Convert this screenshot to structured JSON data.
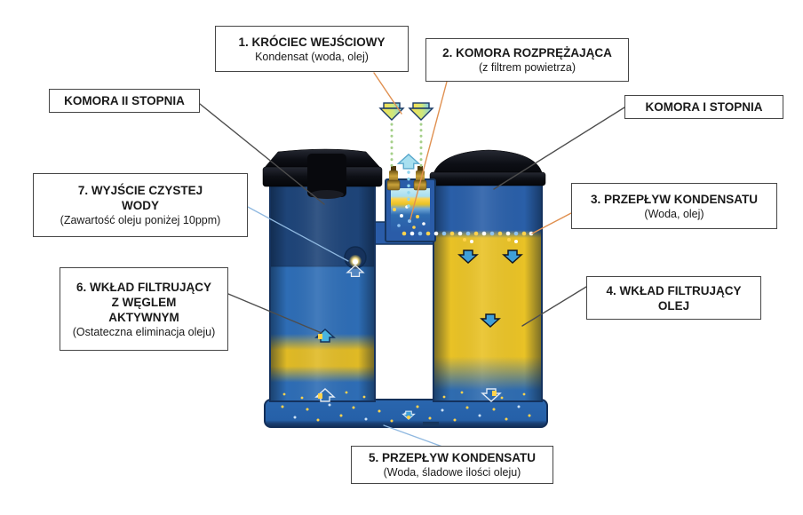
{
  "labels": {
    "inlet_port": {
      "title": "1. KRÓCIEC WEJŚCIOWY",
      "subtitle": "Kondensat (woda, olej)"
    },
    "expansion_chamber": {
      "title": "2. KOMORA ROZPRĘŻAJĄCA",
      "subtitle": "(z filtrem powietrza)"
    },
    "stage_two_chamber": {
      "title": "KOMORA II STOPNIA"
    },
    "stage_one_chamber": {
      "title": "KOMORA I STOPNIA"
    },
    "condensate_flow_upper": {
      "title": "3. PRZEPŁYW KONDENSATU",
      "subtitle": "(Woda, olej)"
    },
    "oil_filter_cartridge": {
      "title": "4. WKŁAD FILTRUJĄCY\nOLEJ"
    },
    "condensate_flow_lower": {
      "title": "5. PRZEPŁYW KONDENSATU",
      "subtitle": "(Woda, śladowe ilości oleju)"
    },
    "carbon_filter_cartridge": {
      "title": "6. WKŁAD FILTRUJĄCY\nZ WĘGLEM\nAKTYWNYM",
      "subtitle": "(Ostateczna eliminacja oleju)"
    },
    "clean_water_outlet": {
      "title": "7. WYJŚCIE CZYSTEJ\nWODY",
      "subtitle": "(Zawartość oleju poniżej 10ppm)"
    }
  },
  "colors": {
    "tank_blue": "#2e6db5",
    "tank_dark_blue": "#1e4478",
    "oil_yellow": "#e9c226",
    "cap_black": "#101218",
    "leader_orange": "#e09050",
    "leader_gray": "#4d4d4d",
    "leader_light_blue": "#8fb8e0",
    "dotted_green": "#a5d08a",
    "dotted_cyan": "#8fd6f0",
    "box_border": "#454545",
    "box_background": "#ffffff"
  }
}
